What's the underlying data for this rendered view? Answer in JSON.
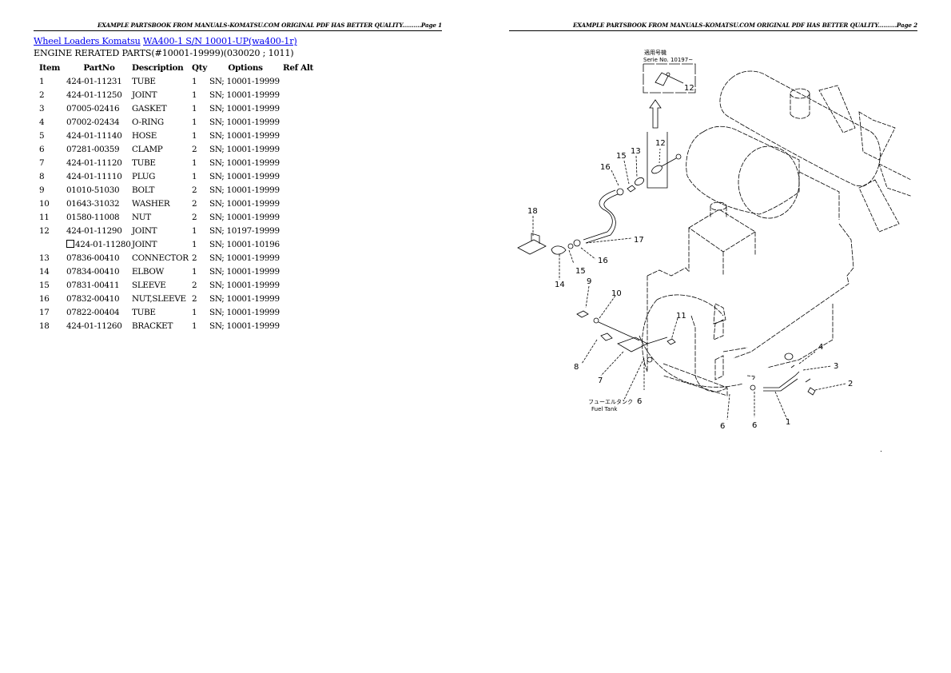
{
  "pages": [
    {
      "header": "EXAMPLE PARTSBOOK FROM MANUALS-KOMATSU.COM ORIGINAL PDF HAS BETTER QUALITY..........Page 1"
    },
    {
      "header": "EXAMPLE PARTSBOOK FROM MANUALS-KOMATSU.COM ORIGINAL PDF HAS BETTER QUALITY..........Page 2"
    }
  ],
  "title": {
    "link1": "Wheel Loaders Komatsu",
    "link2": "WA400-1 S/N 10001-UP(wa400-1r)"
  },
  "subtitle": "ENGINE RERATED PARTS(#10001-19999)(030020 ; 1011)",
  "table": {
    "headers": [
      "Item",
      "PartNo",
      "Description",
      "Qty",
      "Options",
      "Ref Alt"
    ],
    "rows": [
      {
        "item": "1",
        "part": "424-01-11231",
        "desc": "TUBE",
        "qty": "1",
        "opt": "SN; 10001-19999",
        "ref": ""
      },
      {
        "item": "2",
        "part": "424-01-11250",
        "desc": "JOINT",
        "qty": "1",
        "opt": "SN; 10001-19999",
        "ref": ""
      },
      {
        "item": "3",
        "part": "07005-02416",
        "desc": "GASKET",
        "qty": "1",
        "opt": "SN; 10001-19999",
        "ref": ""
      },
      {
        "item": "4",
        "part": "07002-02434",
        "desc": "O-RING",
        "qty": "1",
        "opt": "SN; 10001-19999",
        "ref": ""
      },
      {
        "item": "5",
        "part": "424-01-11140",
        "desc": "HOSE",
        "qty": "1",
        "opt": "SN; 10001-19999",
        "ref": ""
      },
      {
        "item": "6",
        "part": "07281-00359",
        "desc": "CLAMP",
        "qty": "2",
        "opt": "SN; 10001-19999",
        "ref": ""
      },
      {
        "item": "7",
        "part": "424-01-11120",
        "desc": "TUBE",
        "qty": "1",
        "opt": "SN; 10001-19999",
        "ref": ""
      },
      {
        "item": "8",
        "part": "424-01-11110",
        "desc": "PLUG",
        "qty": "1",
        "opt": "SN; 10001-19999",
        "ref": ""
      },
      {
        "item": "9",
        "part": "01010-51030",
        "desc": "BOLT",
        "qty": "2",
        "opt": "SN; 10001-19999",
        "ref": ""
      },
      {
        "item": "10",
        "part": "01643-31032",
        "desc": "WASHER",
        "qty": "2",
        "opt": "SN; 10001-19999",
        "ref": ""
      },
      {
        "item": "11",
        "part": "01580-11008",
        "desc": "NUT",
        "qty": "2",
        "opt": "SN; 10001-19999",
        "ref": ""
      },
      {
        "item": "12",
        "part": "424-01-11290",
        "desc": "JOINT",
        "qty": "1",
        "opt": "SN; 10197-19999",
        "ref": ""
      },
      {
        "item": "",
        "part": "424-01-11280",
        "desc": "JOINT",
        "qty": "1",
        "opt": "SN; 10001-10196",
        "ref": "",
        "alt": true
      },
      {
        "item": "13",
        "part": "07836-00410",
        "desc": "CONNECTOR",
        "qty": "2",
        "opt": "SN; 10001-19999",
        "ref": ""
      },
      {
        "item": "14",
        "part": "07834-00410",
        "desc": "ELBOW",
        "qty": "1",
        "opt": "SN; 10001-19999",
        "ref": ""
      },
      {
        "item": "15",
        "part": "07831-00411",
        "desc": "SLEEVE",
        "qty": "2",
        "opt": "SN; 10001-19999",
        "ref": ""
      },
      {
        "item": "16",
        "part": "07832-00410",
        "desc": "NUT,SLEEVE",
        "qty": "2",
        "opt": "SN; 10001-19999",
        "ref": ""
      },
      {
        "item": "17",
        "part": "07822-00404",
        "desc": "TUBE",
        "qty": "1",
        "opt": "SN; 10001-19999",
        "ref": ""
      },
      {
        "item": "18",
        "part": "424-01-11260",
        "desc": "BRACKET",
        "qty": "1",
        "opt": "SN; 10001-19999",
        "ref": ""
      }
    ]
  },
  "diagram": {
    "inset_label_jp": "適用号機",
    "inset_label": "Serie No. 10197~",
    "fuel_tank_jp": "フューエルタンク",
    "fuel_tank": "Fuel Tank",
    "callouts": [
      "1",
      "2",
      "3",
      "4",
      "6",
      "6",
      "7",
      "8",
      "9",
      "10",
      "11",
      "12",
      "12",
      "13",
      "14",
      "15",
      "15",
      "16",
      "16",
      "17",
      "18"
    ]
  }
}
